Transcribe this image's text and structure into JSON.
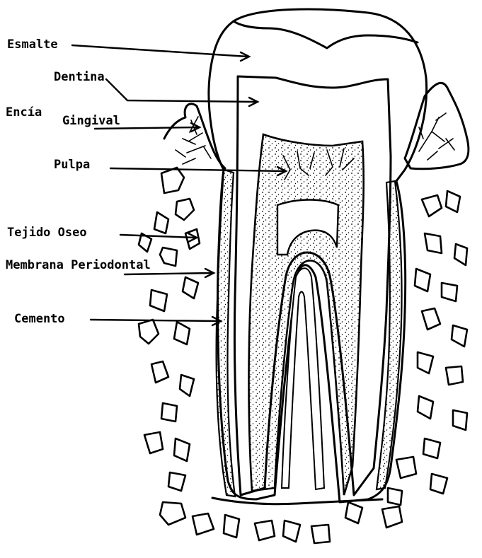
{
  "labels": {
    "esmalte": "Esmalte",
    "dentina": "Dentina",
    "encia": "Encía",
    "gingival": "Gingival",
    "pulpa": "Pulpa",
    "tejido_oseo": "Tejido Oseo",
    "membrana_periodontal": "Membrana Periodontal",
    "cemento": "Cemento"
  },
  "colors": {
    "ink": "#000000",
    "paper": "#ffffff"
  }
}
